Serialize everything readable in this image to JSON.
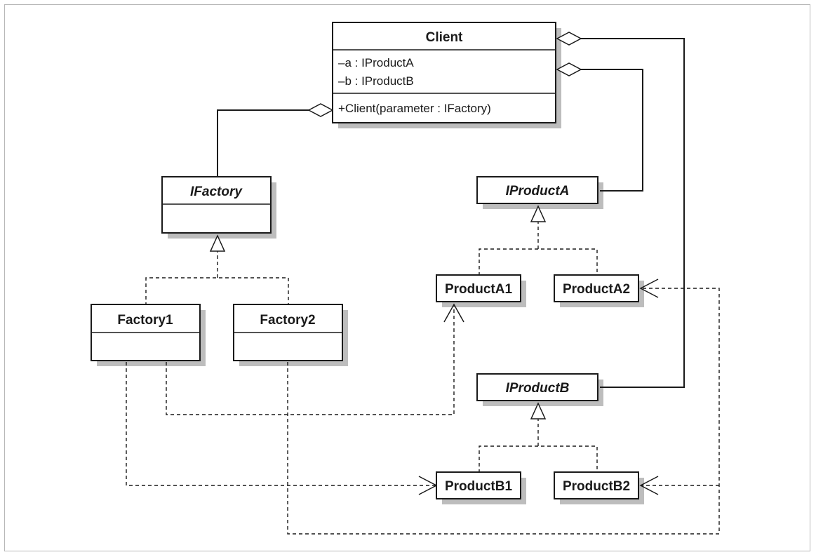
{
  "classes": {
    "client": {
      "name": "Client",
      "attributes": [
        "–a : IProductA",
        "–b : IProductB"
      ],
      "operations": [
        "+Client(parameter : IFactory)"
      ]
    },
    "ifactory": {
      "name": "IFactory"
    },
    "factory1": {
      "name": "Factory1"
    },
    "factory2": {
      "name": "Factory2"
    },
    "iproducta": {
      "name": "IProductA"
    },
    "producta1": {
      "name": "ProductA1"
    },
    "producta2": {
      "name": "ProductA2"
    },
    "iproductb": {
      "name": "IProductB"
    },
    "productb1": {
      "name": "ProductB1"
    },
    "productb2": {
      "name": "ProductB2"
    }
  }
}
